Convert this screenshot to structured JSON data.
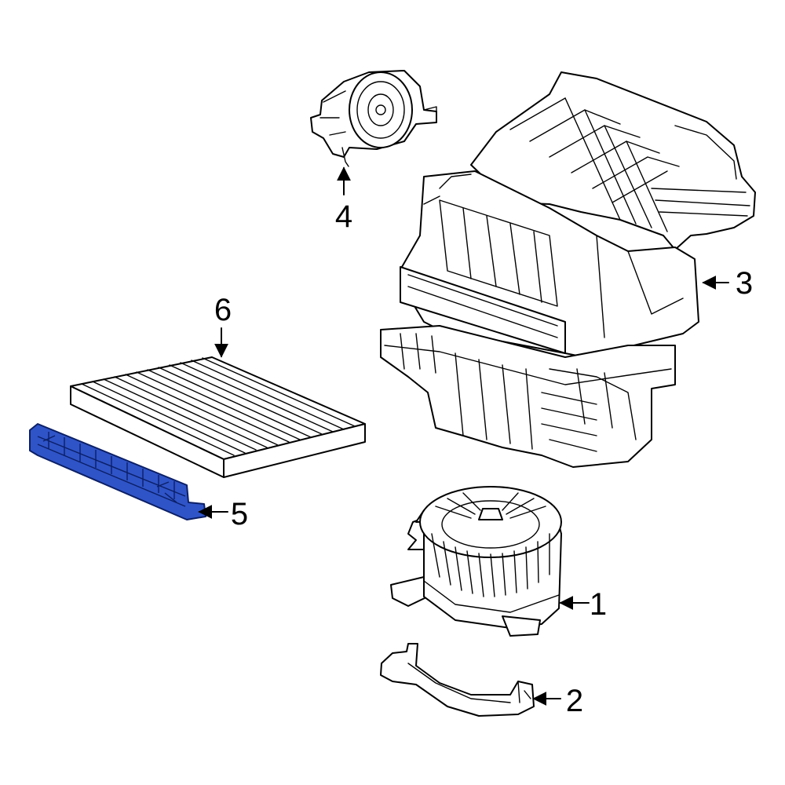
{
  "callouts": {
    "c1": "1",
    "c2": "2",
    "c3": "3",
    "c4": "4",
    "c5": "5",
    "c6": "6"
  },
  "colors": {
    "highlight_fill": "#2f54c8",
    "highlight_stroke": "#0b1f66",
    "line": "#000000",
    "background": "#ffffff"
  },
  "highlighted_part": "5"
}
